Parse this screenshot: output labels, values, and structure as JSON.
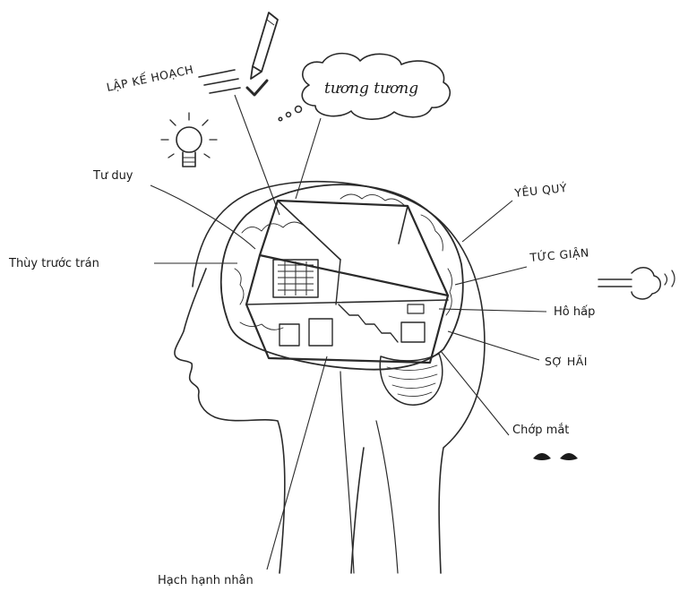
{
  "labels": {
    "planning": "LẬP KẾ HOẠCH",
    "imagination": "tương tương",
    "thinking": "Tư duy",
    "prefrontal": "Thùy trước trán",
    "love": "YÊU QUÝ",
    "anger": "TỨC GIẬN",
    "breathing": "Hô hấp",
    "fear": "SỢ HÃI",
    "blinking": "Chớp mắt",
    "amygdala": "Hạch hạnh nhân"
  }
}
